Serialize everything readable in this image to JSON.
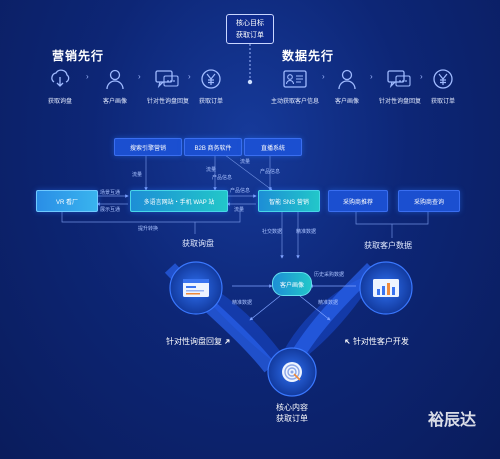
{
  "top_node": {
    "line1": "核心目标",
    "line2": "获取订单"
  },
  "left_section": {
    "title": "营销先行",
    "steps": [
      {
        "label": "获取询盘",
        "icon": "cloud-download-icon"
      },
      {
        "label": "客户画像",
        "icon": "user-icon"
      },
      {
        "label": "针对性询盘回复",
        "icon": "chat-icon"
      },
      {
        "label": "获取订单",
        "icon": "yen-icon"
      }
    ]
  },
  "right_section": {
    "title": "数据先行",
    "steps": [
      {
        "label": "主动获取客户信息",
        "icon": "id-card-icon"
      },
      {
        "label": "客户画像",
        "icon": "user-icon"
      },
      {
        "label": "针对性询盘回复",
        "icon": "chat-icon"
      },
      {
        "label": "获取订单",
        "icon": "yen-icon"
      }
    ]
  },
  "sources": [
    "搜索引擎营销",
    "B2B 商务软件",
    "直播系统"
  ],
  "row_boxes": {
    "vr": "VR 看厂",
    "site": "多语言网站・手机 WAP 站",
    "sns": "智能 SNS 营销",
    "recommend": "采购商推荐",
    "query": "采购商查询"
  },
  "edge_labels": {
    "traffic1": "流量",
    "traffic2": "流量",
    "traffic3": "流量",
    "product_info1": "产品信息",
    "product_info2": "产品信息",
    "product_info3": "产品信息",
    "traffic_sns": "流量",
    "scene_interact": "场景互通",
    "display_interact": "展示互通",
    "conversion": "提升转换",
    "social": "社交数据",
    "precise1": "精准数据",
    "precise2": "精准数据",
    "precise3": "精准数据",
    "history": "历史采购数据"
  },
  "mid_labels": {
    "inquiry": "获取询盘",
    "customer_data": "获取客户数据"
  },
  "center_node": "客户画像",
  "bottom_labels": {
    "left": "针对性询盘回复",
    "right": "针对性客户开发"
  },
  "core": {
    "line1": "核心内容",
    "line2": "获取订单"
  },
  "watermark": "裕辰达",
  "colors": {
    "background": "#0b1f66",
    "box": "#1b4fd0",
    "teal": "#22c7c9",
    "accent": "#39b4ee"
  }
}
